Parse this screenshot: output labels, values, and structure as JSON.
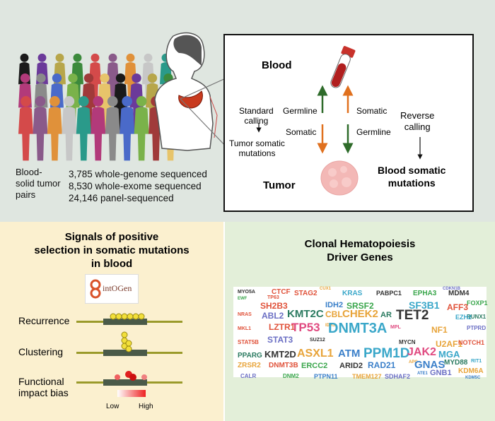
{
  "top": {
    "pairs_label": "Blood-\nsolid tumor\npairs",
    "counts": [
      "3,785 whole-genome sequenced",
      "8,530 whole-exome sequenced",
      "24,146 panel-sequenced"
    ],
    "blood": "Blood",
    "tumor": "Tumor",
    "standard_calling": "Standard\ncalling",
    "tumor_somatic": "Tumor somatic\nmutations",
    "germline_left": "Germline",
    "somatic_left": "Somatic",
    "somatic_right": "Somatic",
    "germline_right": "Germline",
    "reverse_calling": "Reverse\ncalling",
    "blood_somatic": "Blood somatic\nmutations",
    "colors": {
      "green_arrow": "#2e6b2a",
      "orange_arrow": "#e0701e"
    }
  },
  "left": {
    "title": "Signals of positive\nselection in somatic mutations\nin blood",
    "logo_text": "intOGen",
    "rows": [
      "Recurrence",
      "Clustering",
      "Functional\nimpact bias"
    ],
    "legend_low": "Low",
    "legend_high": "High"
  },
  "right": {
    "title": "Clonal Hematopoiesis\nDriver Genes",
    "genes": [
      {
        "t": "MYO5A",
        "c": "#333"
      },
      {
        "t": "CTCF",
        "c": "#e0523a"
      },
      {
        "t": "STAG2",
        "c": "#e0523a"
      },
      {
        "t": "CUX1",
        "c": "#e8a43a"
      },
      {
        "t": "KRAS",
        "c": "#3aa7c9"
      },
      {
        "t": "PABPC1",
        "c": "#333"
      },
      {
        "t": "EPHA3",
        "c": "#3aa64c"
      },
      {
        "t": "CDKN1B",
        "c": "#6b6fc4"
      },
      {
        "t": "MDM4",
        "c": "#333"
      },
      {
        "t": "FOXP1",
        "c": "#3aa64c"
      },
      {
        "t": "TP63",
        "c": "#e0523a"
      },
      {
        "t": "EWF",
        "c": "#3aa64c"
      },
      {
        "t": "SH2B3",
        "c": "#e0523a"
      },
      {
        "t": "IDH2",
        "c": "#3a7fc9"
      },
      {
        "t": "SRSF2",
        "c": "#3aa64c"
      },
      {
        "t": "SF3B1",
        "c": "#3aa7c9"
      },
      {
        "t": "AFF3",
        "c": "#e0523a"
      },
      {
        "t": "RUNX1",
        "c": "#2a7a60"
      },
      {
        "t": "NRAS",
        "c": "#e0523a"
      },
      {
        "t": "ABL2",
        "c": "#6b6fc4"
      },
      {
        "t": "KMT2C",
        "c": "#2a7a60"
      },
      {
        "t": "CBL",
        "c": "#e8a43a"
      },
      {
        "t": "CHEK2",
        "c": "#e8a43a"
      },
      {
        "t": "AR",
        "c": "#2a7a60"
      },
      {
        "t": "TET2",
        "c": "#333"
      },
      {
        "t": "EZH2",
        "c": "#3aa7c9"
      },
      {
        "t": "MKL1",
        "c": "#e0523a"
      },
      {
        "t": "LZTR1",
        "c": "#e0523a"
      },
      {
        "t": "IDH1",
        "c": "#e8a43a"
      },
      {
        "t": "TP53",
        "c": "#e04a80"
      },
      {
        "t": "DNMT3A",
        "c": "#3aa7c9"
      },
      {
        "t": "MPL",
        "c": "#e04a80"
      },
      {
        "t": "NF1",
        "c": "#e8a43a"
      },
      {
        "t": "PTPRD",
        "c": "#6b6fc4"
      },
      {
        "t": "STAT5B",
        "c": "#e0523a"
      },
      {
        "t": "STAT3",
        "c": "#6b6fc4"
      },
      {
        "t": "SUZ12",
        "c": "#333"
      },
      {
        "t": "MYCN",
        "c": "#333"
      },
      {
        "t": "U2AF1",
        "c": "#e8a43a"
      },
      {
        "t": "NOTCH1",
        "c": "#e0523a"
      },
      {
        "t": "PPARG",
        "c": "#2a7a60"
      },
      {
        "t": "KMT2D",
        "c": "#333"
      },
      {
        "t": "ASXL1",
        "c": "#e8a43a"
      },
      {
        "t": "ATM",
        "c": "#3a7fc9"
      },
      {
        "t": "PPM1D",
        "c": "#3aa7c9"
      },
      {
        "t": "JAK2",
        "c": "#e04a80"
      },
      {
        "t": "MGA",
        "c": "#3aa7c9"
      },
      {
        "t": "ZRSR2",
        "c": "#e8a43a"
      },
      {
        "t": "DNMT3B",
        "c": "#e0523a"
      },
      {
        "t": "ERCC2",
        "c": "#3aa64c"
      },
      {
        "t": "ARID2",
        "c": "#333"
      },
      {
        "t": "RAD21",
        "c": "#3a7fc9"
      },
      {
        "t": "APC",
        "c": "#e8a43a"
      },
      {
        "t": "GNAS",
        "c": "#3a7fc9"
      },
      {
        "t": "MYD88",
        "c": "#2a7a60"
      },
      {
        "t": "RIT1",
        "c": "#3aa7c9"
      },
      {
        "t": "CALR",
        "c": "#6b6fc4"
      },
      {
        "t": "DNM2",
        "c": "#3aa64c"
      },
      {
        "t": "PTPN11",
        "c": "#3a7fc9"
      },
      {
        "t": "TMEM127",
        "c": "#e8a43a"
      },
      {
        "t": "SDHAF2",
        "c": "#6b6fc4"
      },
      {
        "t": "ATE1",
        "c": "#3a7fc9"
      },
      {
        "t": "GNB1",
        "c": "#6b6fc4"
      },
      {
        "t": "KDM6A",
        "c": "#e8a43a"
      },
      {
        "t": "KDM5C",
        "c": "#3a7fc9"
      }
    ]
  }
}
